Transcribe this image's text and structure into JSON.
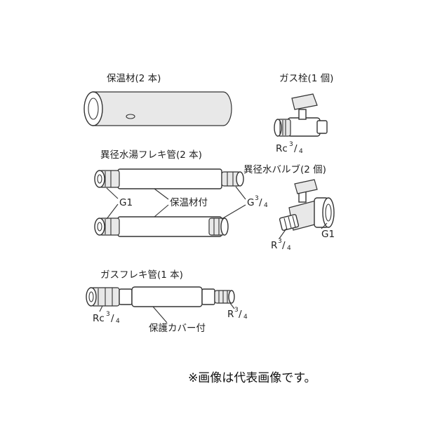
{
  "parts": {
    "insulation": {
      "title": "保温材(2 本)"
    },
    "gas_cock": {
      "title": "ガス栓(1 個)",
      "thread": {
        "base": "Rc",
        "num": "3",
        "den": "4"
      }
    },
    "water_hose": {
      "title": "異径水湯フレキ管(2 本)",
      "left_thread": "G1",
      "center_label": "保温材付",
      "right_thread": {
        "base": "G",
        "num": "3",
        "den": "4"
      }
    },
    "water_valve": {
      "title": "異径水バルブ(2 個)",
      "left_thread": {
        "base": "R",
        "num": "3",
        "den": "4"
      },
      "right_thread": "G1"
    },
    "gas_hose": {
      "title": "ガスフレキ管(1 本)",
      "left_thread": {
        "base": "Rc",
        "num": "3",
        "den": "4"
      },
      "right_thread": {
        "base": "R",
        "num": "3",
        "den": "4"
      },
      "cover_label": "保護カバー付"
    }
  },
  "footer_note": "※画像は代表画像です。"
}
